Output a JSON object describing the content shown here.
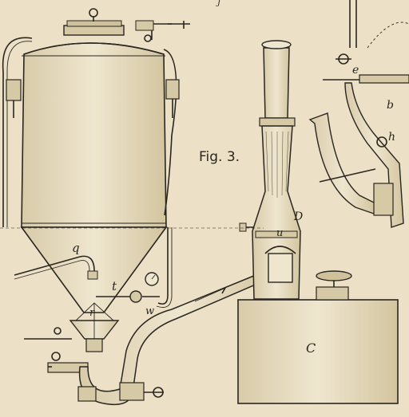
{
  "figure": {
    "caption": "Fig. 3."
  },
  "labels": {
    "q": "q",
    "t": "t",
    "r": "r",
    "w": "w",
    "D": "D",
    "u": "u",
    "C": "C",
    "e": "e",
    "b": "b",
    "h": "h"
  },
  "colors": {
    "paper": "#ece1c6",
    "ink": "#2a2620"
  }
}
